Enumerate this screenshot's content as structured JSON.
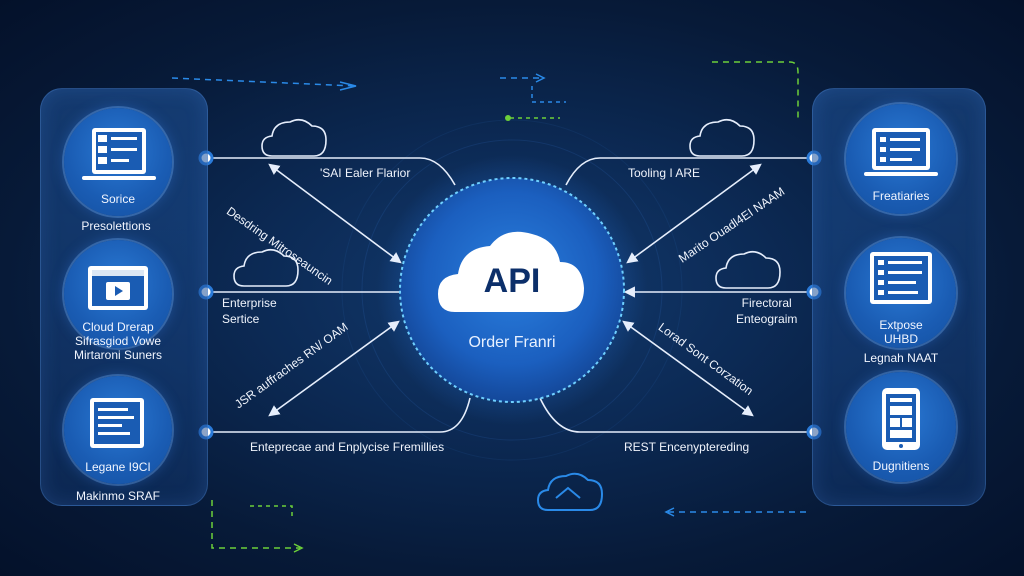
{
  "center": {
    "title": "API",
    "subtitle": "Order Franri"
  },
  "left_nodes": [
    {
      "caption": "Sorice",
      "label": "Presolettions"
    },
    {
      "caption": "Cloud Drerap\nSifrasgiod Vowe\nMirtaroni Suners",
      "label": ""
    },
    {
      "caption": "Legane I9CI",
      "label": "Makinmo SRAF"
    }
  ],
  "right_nodes": [
    {
      "caption": "Freatiaries",
      "label": ""
    },
    {
      "caption": "Extpose\nUHBD",
      "label": "Legnah NAAT"
    },
    {
      "caption": "Dugnitiens",
      "label": ""
    }
  ],
  "connection_labels": {
    "top_left_line": "'SAI Ealer Flarior",
    "top_left_diag": "Desdring Mitroseauncin",
    "mid_left": "Enterprise\nSertice",
    "low_left_diag": "JSR auffraches RN/ OAM",
    "bottom_left": "Enteprecae and Enplycise Fremillies",
    "top_right_line": "Tooling I ARE",
    "top_right_diag": "Marito Ouadl4EI NAAM",
    "mid_right": "Firectoral\nEnteograim",
    "low_right_diag": "Lorad Sont Corzation",
    "bottom_right": "REST Encenyptereding"
  },
  "icons": [
    "server-stack-icon",
    "video-player-icon",
    "document-icon",
    "laptop-list-icon",
    "tablet-list-icon",
    "mobile-app-icon",
    "cloud-icon",
    "api-cloud-icon"
  ],
  "colors": {
    "background": "#071a38",
    "accent_blue": "#1a5cb3",
    "accent_green": "#6ccf3a",
    "line": "#e6eefc"
  }
}
